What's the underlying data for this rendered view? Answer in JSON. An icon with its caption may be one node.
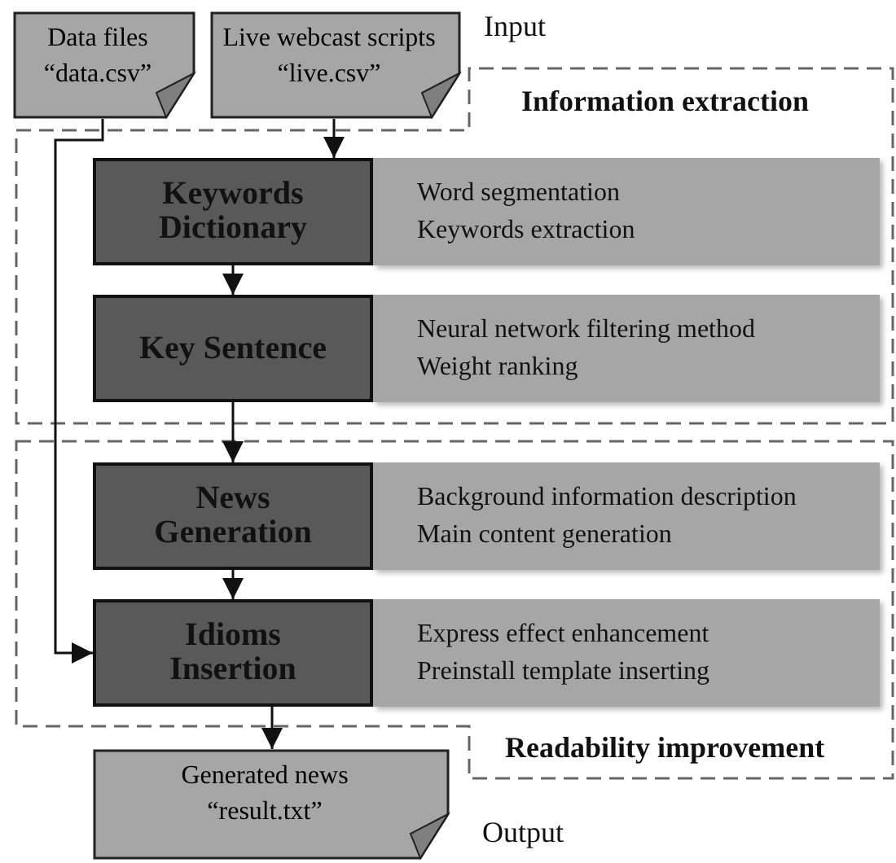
{
  "diagram": {
    "nodes": [
      {
        "text": [
          "Data files",
          "“data.csv”"
        ]
      },
      {
        "text": [
          "Live webcast scripts",
          "“live.csv”"
        ]
      },
      {
        "text": [
          "Information extraction"
        ]
      },
      {
        "text": [
          "Keywords Dictionary"
        ],
        "in": 2
      },
      {
        "text": [
          "Word segmentation",
          "Keywords extraction"
        ],
        "in": 2
      },
      {
        "text": [
          "Key Sentence"
        ],
        "in": 2
      },
      {
        "text": [
          "Neural network filtering method",
          "Weight ranking"
        ],
        "in": 2
      },
      {
        "text": [
          "Readability improvement"
        ]
      },
      {
        "text": [
          "News Generation"
        ],
        "in": 7
      },
      {
        "text": [
          "Background information description",
          "Main content generation"
        ],
        "in": 7
      },
      {
        "text": [
          "Idioms Insertion"
        ],
        "in": 7
      },
      {
        "text": [
          "Express effect enhancement",
          "Preinstall template inserting"
        ],
        "in": 7
      },
      {
        "text": [
          "Generated news",
          "“result.txt”"
        ]
      }
    ],
    "edges": [
      {
        "from": 1,
        "to": 3,
        "arrow": "to"
      },
      {
        "from": 3,
        "to": 5,
        "arrow": "to"
      },
      {
        "from": 5,
        "to": 8,
        "arrow": "to"
      },
      {
        "from": 8,
        "to": 10,
        "arrow": "to"
      },
      {
        "from": 0,
        "to": 10,
        "arrow": "to"
      },
      {
        "from": 10,
        "to": 12,
        "arrow": "to"
      }
    ],
    "labels": [
      "Input",
      "Output"
    ]
  }
}
